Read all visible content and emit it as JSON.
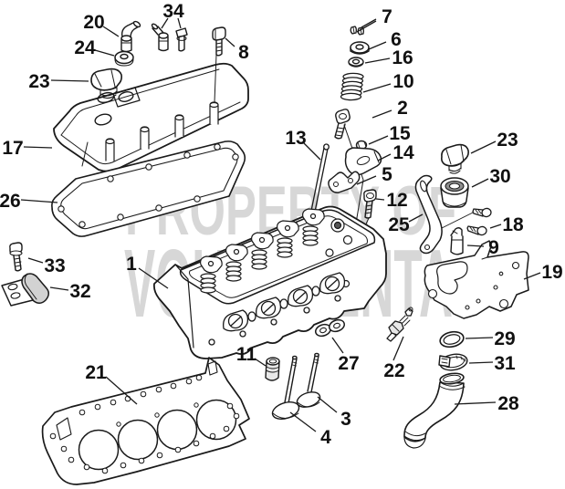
{
  "diagram": {
    "type": "exploded-parts-diagram",
    "subject": "cylinder head assembly",
    "watermark": {
      "line1": "PROPERTY OF",
      "line2": "VOLVO PENTA",
      "color": "#d7d7d7"
    },
    "colors": {
      "background": "#ffffff",
      "line": "#1a1a1a",
      "shade": "#d2d2d2",
      "dark_shade": "#8e8e8e"
    },
    "callouts": {
      "n1": "1",
      "n2": "2",
      "n3": "3",
      "n4": "4",
      "n5": "5",
      "n6": "6",
      "n7": "7",
      "n8": "8",
      "n9": "9",
      "n10": "10",
      "n11": "11",
      "n12": "12",
      "n13": "13",
      "n14": "14",
      "n15": "15",
      "n16": "16",
      "n17": "17",
      "n18": "18",
      "n19": "19",
      "n20": "20",
      "n21": "21",
      "n22": "22",
      "n23": "23",
      "n24": "24",
      "n25": "25",
      "n26": "26",
      "n27": "27",
      "n28": "28",
      "n29": "29",
      "n30": "30",
      "n31": "31",
      "n32": "32",
      "n33": "33",
      "n34": "34"
    }
  }
}
